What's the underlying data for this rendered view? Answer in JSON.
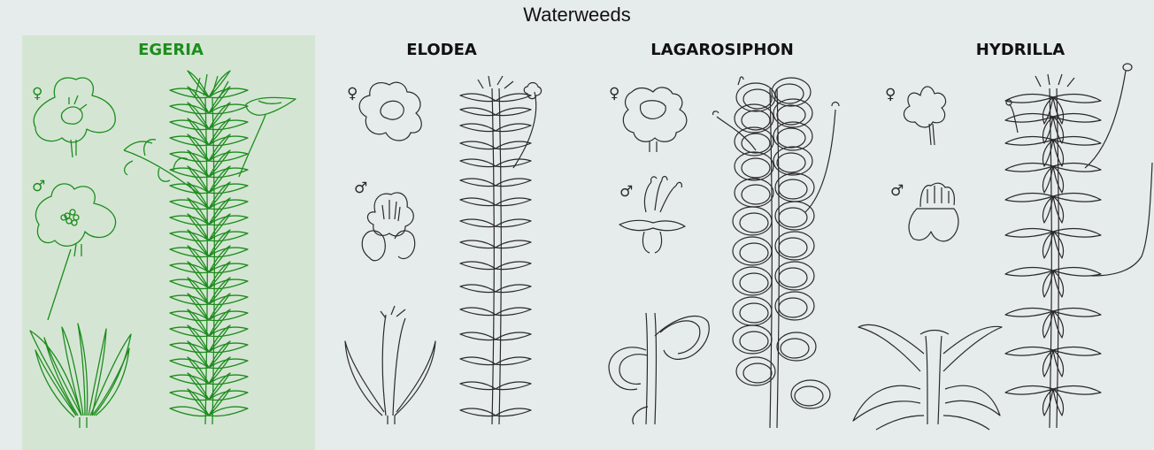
{
  "title": "Waterweeds",
  "genera": [
    {
      "name": "EGERIA",
      "highlighted": true,
      "color": "#1e8c1e"
    },
    {
      "name": "ELODEA",
      "highlighted": false,
      "color": "#2a2a2a"
    },
    {
      "name": "LAGAROSIPHON",
      "highlighted": false,
      "color": "#2a2a2a"
    },
    {
      "name": "HYDRILLA",
      "highlighted": false,
      "color": "#2a2a2a"
    }
  ],
  "symbols": {
    "female": "♀",
    "male": "♂"
  },
  "colors": {
    "background": "#e6eceb",
    "highlight_panel": "#d4e6d3",
    "accent_green": "#1e8c1e",
    "line": "#2a2a2a"
  },
  "icons": [
    "female-symbol-icon",
    "male-symbol-icon",
    "female-flower-icon",
    "male-flower-icon",
    "leaf-whorl-icon",
    "plant-stem-icon"
  ]
}
